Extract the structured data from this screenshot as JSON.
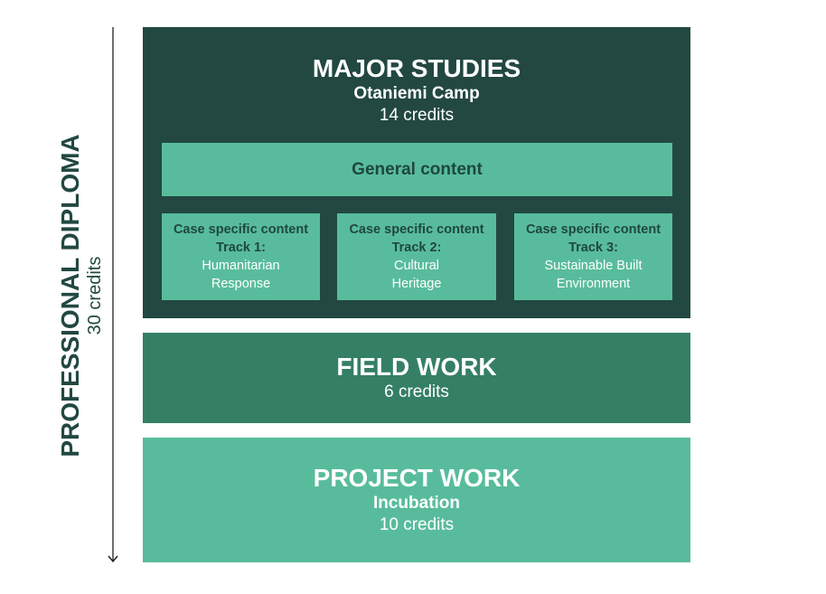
{
  "side": {
    "title": "PROFESSIONAL DIPLOMA",
    "credits": "30 credits"
  },
  "major": {
    "title": "MAJOR STUDIES",
    "subtitle": "Otaniemi Camp",
    "credits": "14 credits",
    "general": "General content",
    "tracks": [
      {
        "heading": "Case specific content",
        "track": "Track 1:",
        "line1": "Humanitarian",
        "line2": "Response"
      },
      {
        "heading": "Case specific content",
        "track": "Track 2:",
        "line1": "Cultural",
        "line2": "Heritage"
      },
      {
        "heading": "Case specific content",
        "track": "Track 3:",
        "line1": "Sustainable Built",
        "line2": "Environment"
      }
    ]
  },
  "field": {
    "title": "FIELD WORK",
    "credits": "6 credits"
  },
  "project": {
    "title": "PROJECT WORK",
    "subtitle": "Incubation",
    "credits": "10 credits"
  },
  "colors": {
    "dark": "#224841",
    "mid": "#357f65",
    "light": "#58bc9c"
  }
}
